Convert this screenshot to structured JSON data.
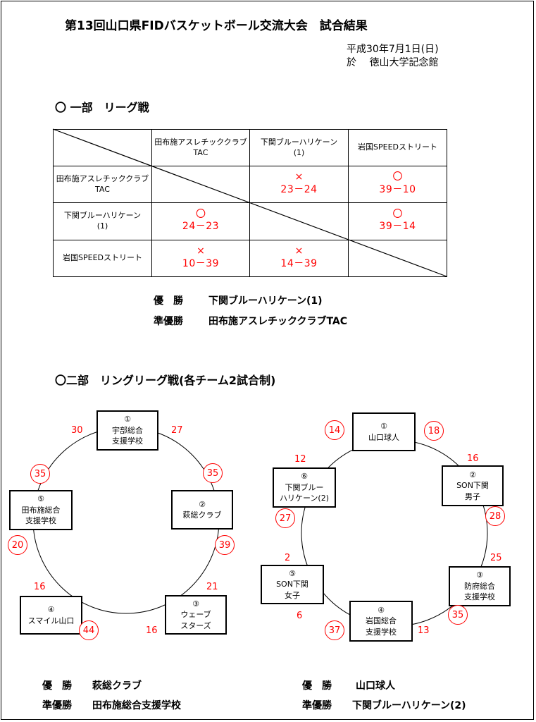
{
  "title": "第13回山口県FIDバスケットボール交流大会　試合結果",
  "date": "平成30年7月1日(日)",
  "venue": "於　 徳山大学記念館",
  "div1": {
    "heading": "〇 一部　リーグ戦",
    "col_headers": [
      [
        "田布施アスレチッククラブ",
        "TAC"
      ],
      [
        "下関ブルーハリケーン",
        "(1)"
      ],
      [
        "岩国SPEEDストリート"
      ]
    ],
    "row_headers": [
      [
        "田布施アスレチッククラブ",
        "TAC"
      ],
      [
        "下関ブルーハリケーン",
        "(1)"
      ],
      [
        "岩国SPEEDストリート"
      ]
    ],
    "cells": [
      [
        null,
        {
          "mark": "×",
          "score": "23－24"
        },
        {
          "mark": "〇",
          "score": "39－10"
        }
      ],
      [
        {
          "mark": "〇",
          "score": "24－23"
        },
        null,
        {
          "mark": "〇",
          "score": "39－14"
        }
      ],
      [
        {
          "mark": "×",
          "score": "10－39"
        },
        {
          "mark": "×",
          "score": "14－39"
        },
        null
      ]
    ],
    "winner_label": "優　勝",
    "winner": "下関ブルーハリケーン(1)",
    "runner_label": "準優勝",
    "runner": "田布施アスレチッククラブTAC"
  },
  "div2": {
    "heading": "〇二部　リングリーグ戦(各チーム2試合制)",
    "left": {
      "nodes": [
        {
          "num": "①",
          "lines": [
            "宇部総合",
            "支援学校"
          ]
        },
        {
          "num": "②",
          "lines": [
            "萩総クラブ"
          ]
        },
        {
          "num": "③",
          "lines": [
            "ウェーブ",
            "スターズ"
          ]
        },
        {
          "num": "④",
          "lines": [
            "スマイル山口"
          ]
        },
        {
          "num": "⑤",
          "lines": [
            "田布施総合",
            "支援学校"
          ]
        }
      ],
      "scores": [
        "30",
        "27",
        "35",
        "35",
        "20",
        "39",
        "16",
        "21",
        "44",
        "16"
      ],
      "winner_label": "優　勝",
      "winner": "萩総クラブ",
      "runner_label": "準優勝",
      "runner": "田布施総合支援学校"
    },
    "right": {
      "nodes": [
        {
          "num": "①",
          "lines": [
            "山口球人"
          ]
        },
        {
          "num": "②",
          "lines": [
            "SON下関",
            "男子"
          ]
        },
        {
          "num": "③",
          "lines": [
            "防府総合",
            "支援学校"
          ]
        },
        {
          "num": "④",
          "lines": [
            "岩国総合",
            "支援学校"
          ]
        },
        {
          "num": "⑤",
          "lines": [
            "SON下関",
            "女子"
          ]
        },
        {
          "num": "⑥",
          "lines": [
            "下関ブルー",
            "ハリケーン(2)"
          ]
        }
      ],
      "scores": [
        "14",
        "18",
        "12",
        "16",
        "27",
        "28",
        "2",
        "25",
        "6",
        "35",
        "37",
        "13"
      ],
      "winner_label": "優　勝",
      "winner": "山口球人",
      "runner_label": "準優勝",
      "runner": "下関ブルーハリケーン(2)"
    }
  }
}
